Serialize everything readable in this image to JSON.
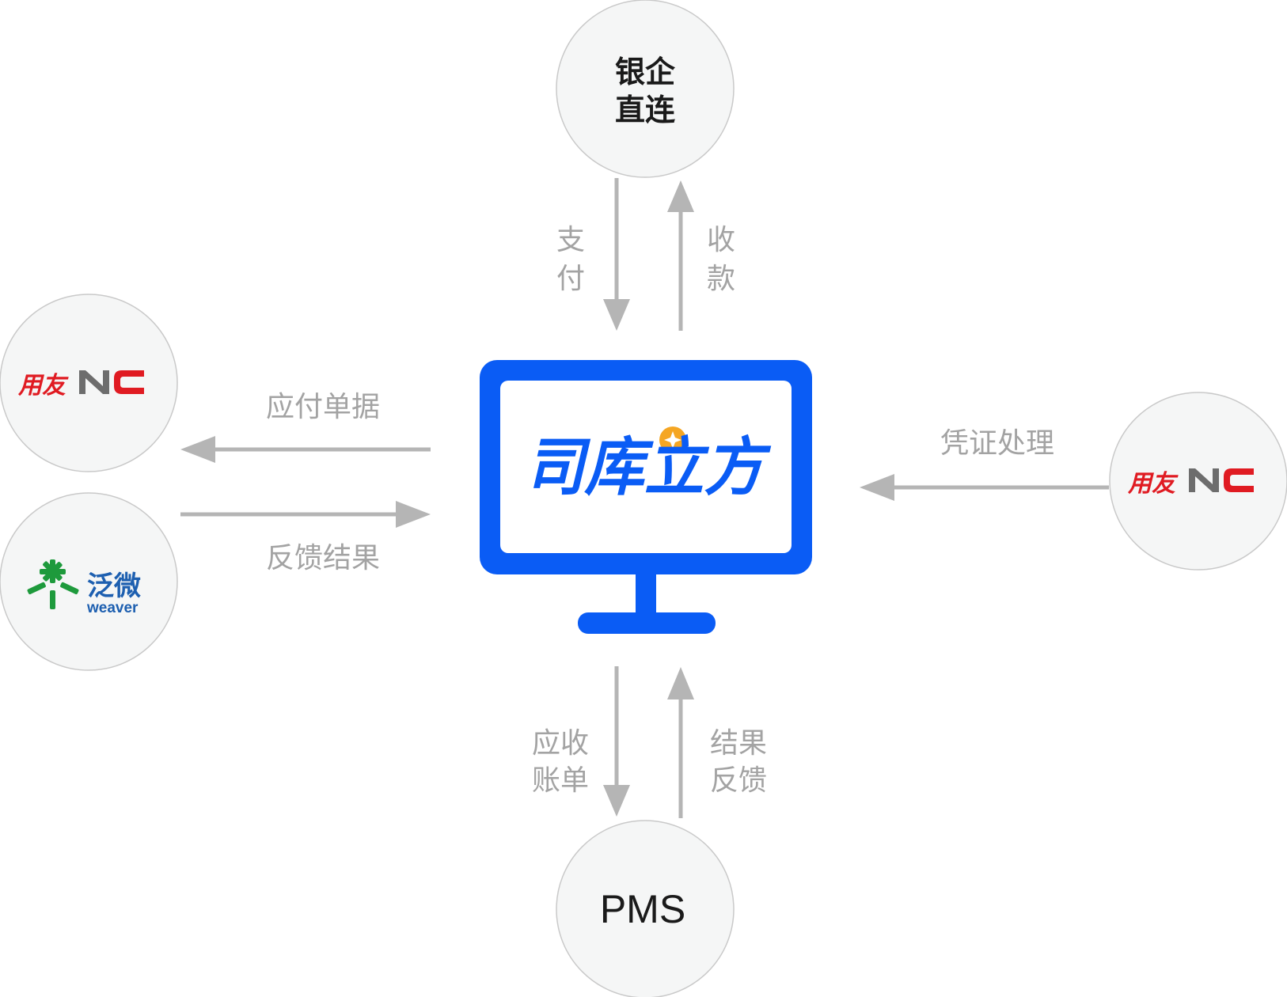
{
  "nodes": {
    "bank": {
      "line1": "银企",
      "line2": "直连"
    },
    "yonyou_left": {
      "name": "用友"
    },
    "weaver": {
      "name": "泛微",
      "name_en": "weaver"
    },
    "yonyou_right": {
      "name": "用友"
    },
    "pms": {
      "label": "PMS"
    },
    "center": {
      "brand": "司库立方"
    }
  },
  "edges": {
    "pay": {
      "line1": "支",
      "line2": "付"
    },
    "receive": {
      "line1": "收",
      "line2": "款"
    },
    "payable_docs": "应付单据",
    "feedback_result": "反馈结果",
    "voucher": "凭证处理",
    "receivable": {
      "line1": "应收",
      "line2": "账单"
    },
    "result_feedback": {
      "line1": "结果",
      "line2": "反馈"
    }
  },
  "colors": {
    "brand_blue": "#0a5cf5",
    "coin_orange": "#f5a623",
    "yonyou_red": "#e01b22",
    "yonyou_gray": "#6d6d6d",
    "weaver_green": "#1e9a3c",
    "weaver_blue": "#1d5fb0",
    "arrow_gray": "#b5b5b5",
    "circle_fill": "#f5f6f6"
  },
  "icons": [
    "monitor-icon",
    "coin-icon",
    "yonyou-nc-logo",
    "weaver-logo"
  ]
}
